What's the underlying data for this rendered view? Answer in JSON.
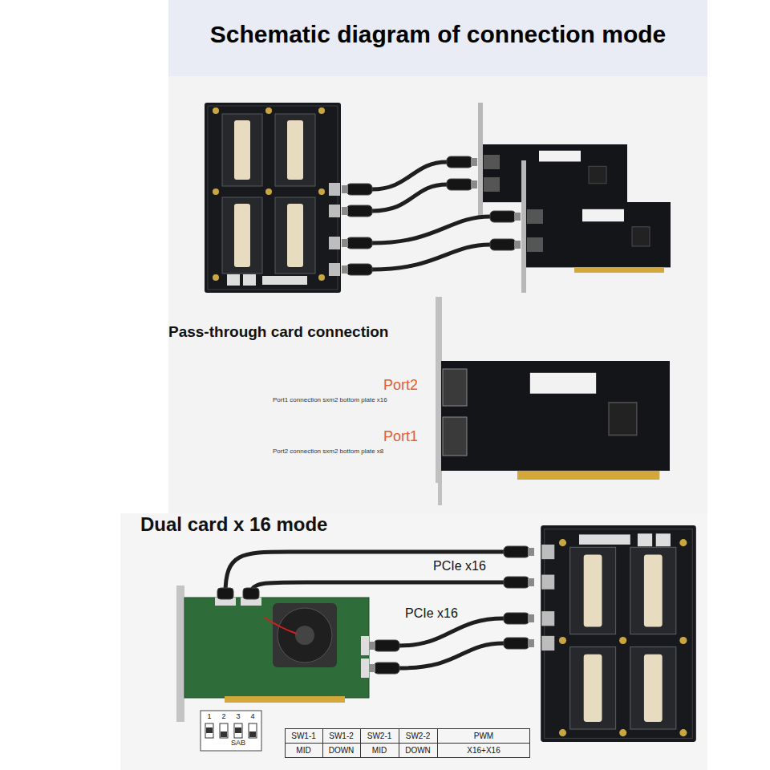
{
  "diagram": {
    "title": "Schematic diagram of connection mode",
    "labels": [
      "Pass-through card connection",
      "Port2",
      "Port1 connection sxm2 bottom plate x16",
      "Port1",
      "Port2 connection sxm2 bottom plate x8",
      "Dual card x 16 mode",
      "PCIe x16",
      "PCIe x16",
      "1",
      "2",
      "3",
      "4",
      "SAB",
      "SW1-1",
      "SW1-2",
      "SW2-1",
      "SW2-2",
      "PWM",
      "MID",
      "DOWN",
      "MID",
      "DOWN",
      "X16+X16"
    ]
  }
}
